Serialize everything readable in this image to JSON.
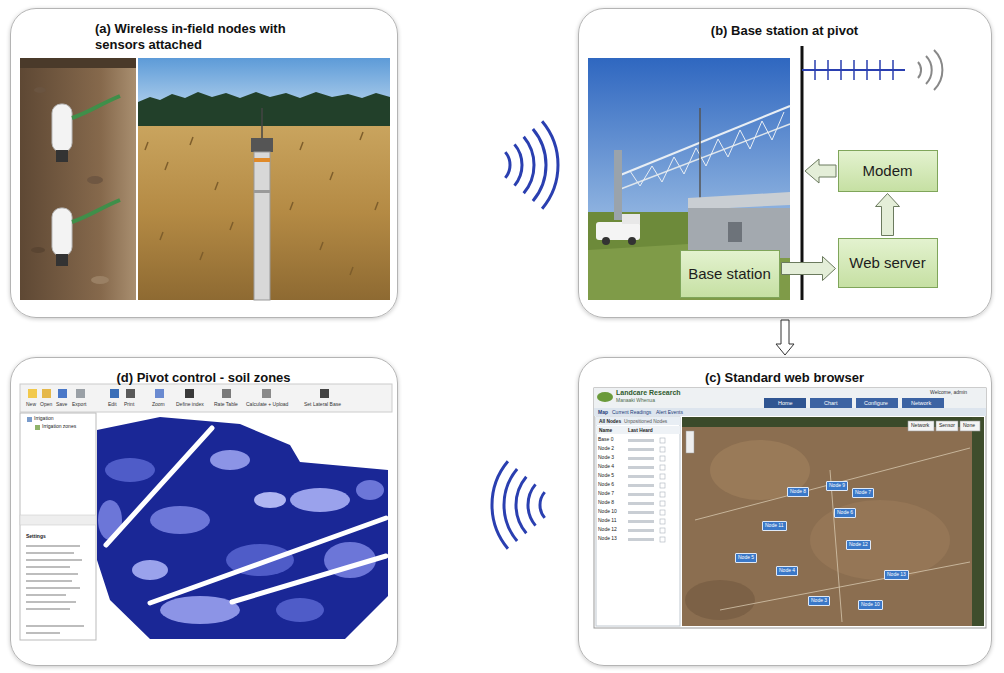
{
  "diagram": {
    "nodes": [
      {
        "text": [
          "(a) Wireless in-field nodes with sensors attached"
        ]
      },
      {
        "text": [
          "(b) Base station at pivot"
        ]
      },
      {
        "text": [
          "Modem"
        ],
        "in": 1
      },
      {
        "text": [
          "Base station"
        ],
        "in": 1
      },
      {
        "text": [
          "Web server"
        ],
        "in": 1
      },
      {
        "text": [
          "(d) Pivot control - soil zones"
        ]
      },
      {
        "text": [
          "(c) Standard web browser"
        ]
      }
    ],
    "edges": [
      {
        "from": 3,
        "to": 4,
        "arrow": "to"
      },
      {
        "from": 4,
        "to": 2,
        "arrow": "to"
      },
      {
        "from": 1,
        "to": 6,
        "arrow": "to"
      }
    ],
    "labels": [
      "Landcare Research",
      "Manaaki Whenua",
      "Welcome, admin",
      "Home",
      "Chart",
      "Configure",
      "Network",
      "Map",
      "Current Readings",
      "Alert Events",
      "All Nodes",
      "Unpositioned Nodes",
      "Name",
      "Last Heard",
      "Base 0",
      "Node 2",
      "Node 3",
      "Node 4",
      "Node 5",
      "Node 6",
      "Node 7",
      "Node 8",
      "Node 10",
      "Node 11",
      "Node 12",
      "Node 13",
      "Network",
      "Sensor",
      "None",
      "Node 8",
      "Node 9",
      "Node 7",
      "Node 6",
      "Node 11",
      "Node 12",
      "Node 5",
      "Node 13",
      "Node 4",
      "Node 3",
      "Node 10",
      "New",
      "Open",
      "Save",
      "Export",
      "Edit",
      "Print",
      "Zoom",
      "Define index",
      "Rate Table",
      "Calculate + Upload",
      "Set Lateral Base",
      "Irrigation",
      "Irrigation zones",
      "Settings"
    ]
  }
}
